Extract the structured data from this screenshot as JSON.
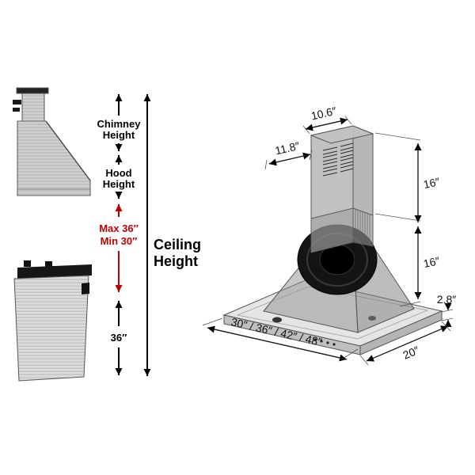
{
  "colors": {
    "accent_red": "#c00000",
    "text": "#000000",
    "steel_light": "#d9d9d9",
    "render_gray": "#9b9b9b"
  },
  "left_diagram": {
    "chimney_height_label_line1": "Chimney",
    "chimney_height_label_line2": "Height",
    "hood_height_label_line1": "Hood",
    "hood_height_label_line2": "Height",
    "max_height_label": "Max 36″",
    "min_height_label": "Min 30″",
    "ceiling_height_label_line1": "Ceiling",
    "ceiling_height_label_line2": "Height",
    "hood_to_cooktop_label": "36″"
  },
  "right_diagram": {
    "chimney_top_depth": "10.6″",
    "chimney_top_width": "11.8″",
    "upper_section_height": "16″",
    "lower_section_height": "16″",
    "base_lip_height": "2.8″",
    "available_widths": "30″ / 36″ / 42″ / 48″",
    "hood_depth": "20″"
  }
}
